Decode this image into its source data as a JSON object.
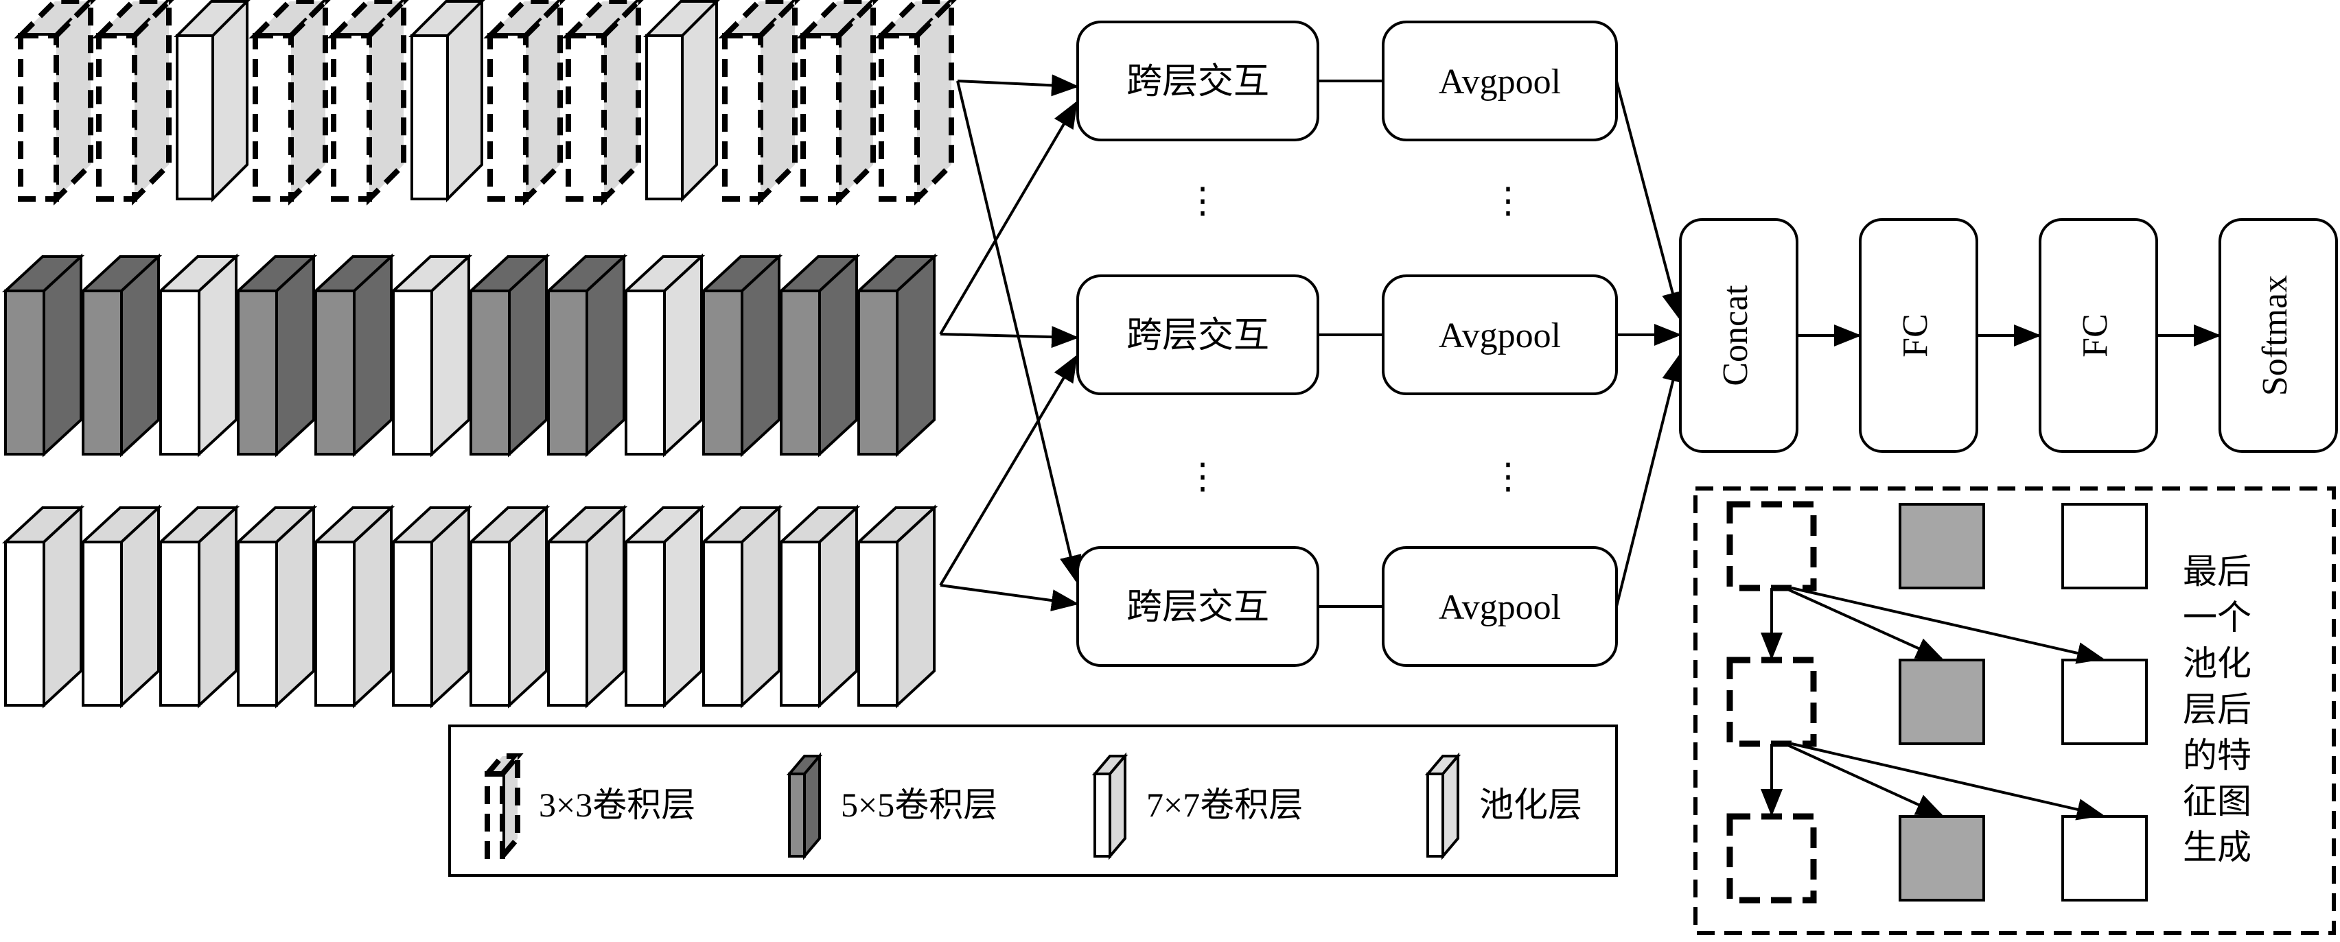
{
  "diagram": {
    "cross_layer_label": "跨层交互",
    "avgpool_label": "Avgpool",
    "ellipsis": "⋮",
    "concat_label": "Concat",
    "fc1_label": "FC",
    "fc2_label": "FC",
    "softmax_label": "Softmax"
  },
  "legend": {
    "conv3": "3×3卷积层",
    "conv5": "5×5卷积层",
    "conv7": "7×7卷积层",
    "pool": "池化层"
  },
  "side_panel": {
    "caption_lines": [
      "最后",
      "一个",
      "池化",
      "层后",
      "的特",
      "征图",
      "生成"
    ]
  },
  "colors": {
    "stroke": "#000000",
    "conv3_face": "#ffffff",
    "conv3_side": "#d9d9d9",
    "conv5_face": "#8c8c8c",
    "conv5_side": "#686868",
    "conv7_face": "#ffffff",
    "conv7_side": "#d9d9d9",
    "pool_face": "#ffffff",
    "pool_side": "#dedede",
    "grey_square": "#a6a6a6"
  },
  "rows": [
    [
      "conv3",
      "conv3",
      "pool",
      "conv3",
      "conv3",
      "pool",
      "conv3",
      "conv3",
      "pool",
      "conv3",
      "conv3",
      "conv3"
    ],
    [
      "conv5",
      "conv5",
      "pool",
      "conv5",
      "conv5",
      "pool",
      "conv5",
      "conv5",
      "pool",
      "conv5",
      "conv5",
      "conv5"
    ],
    [
      "conv7",
      "conv7",
      "conv7",
      "conv7",
      "conv7",
      "conv7",
      "conv7",
      "conv7",
      "pool",
      "conv7",
      "conv7",
      "conv7"
    ]
  ]
}
